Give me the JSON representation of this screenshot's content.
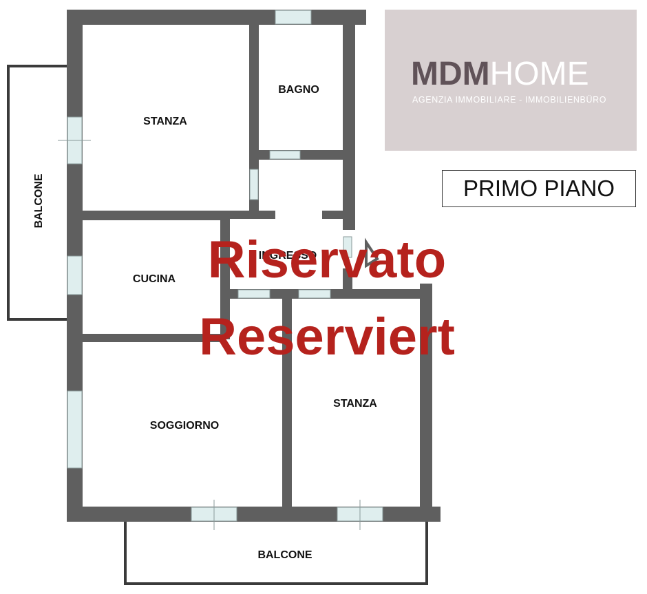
{
  "plan": {
    "rooms": {
      "stanza_top": "STANZA",
      "bagno": "BAGNO",
      "balcone_left": "BALCONE",
      "cucina": "CUCINA",
      "ingresso": "INGRESSO",
      "soggiorno": "SOGGIORNO",
      "stanza_right": "STANZA",
      "balcone_bottom": "BALCONE"
    },
    "colors": {
      "wall": "#5f5f5f",
      "outline": "#3a3a3a",
      "window": "#dfeeee"
    }
  },
  "logo": {
    "brand_bold": "MDM",
    "brand_light": "HOME",
    "subtitle": "AGENZIA IMMOBILIARE - IMMOBILIENBÜRO",
    "background": "#d8d0d1"
  },
  "floor_label": "PRIMO PIANO",
  "watermark": {
    "line1": "Riservato",
    "line2": "Reserviert",
    "color": "#b5221d"
  }
}
